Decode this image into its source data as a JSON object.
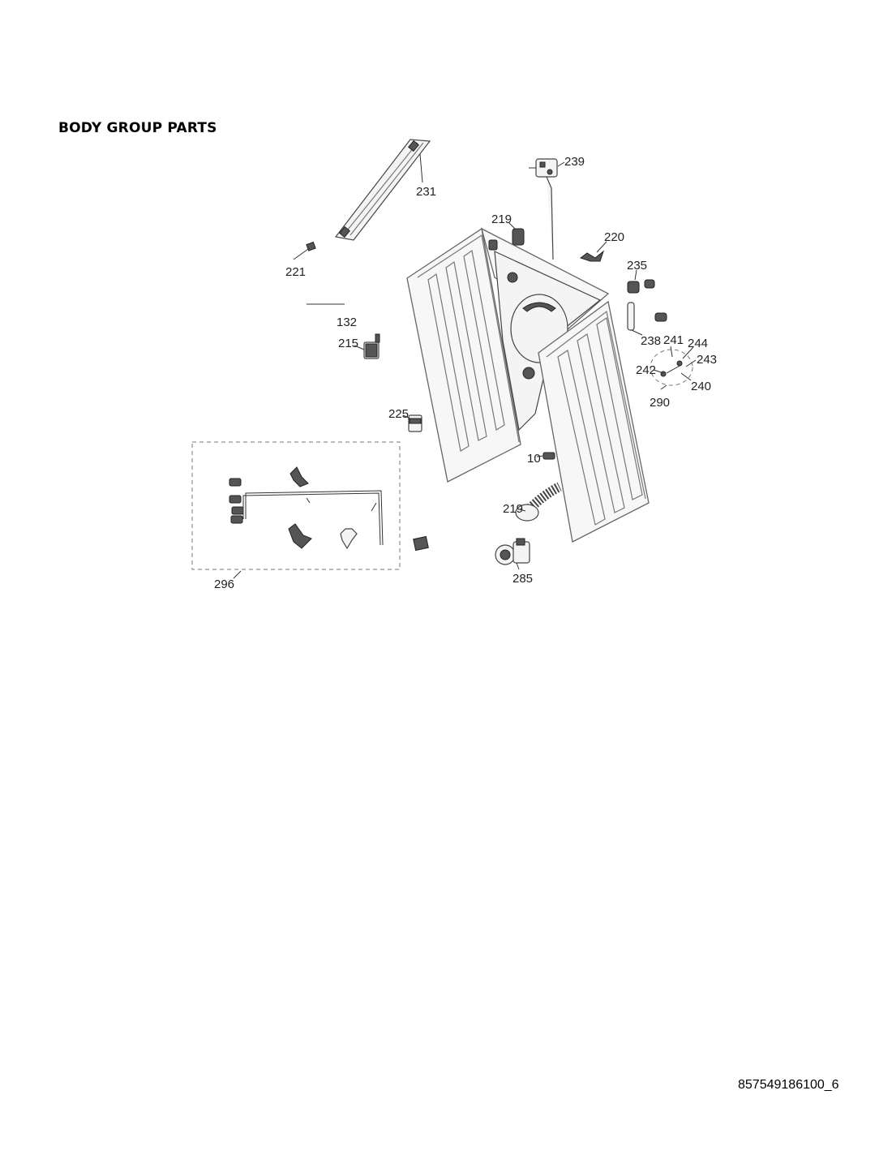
{
  "title": "BODY GROUP PARTS",
  "footer_code": "857549186100_6",
  "part_labels": {
    "p231": "231",
    "p239": "239",
    "p219a": "219",
    "p220": "220",
    "p221": "221",
    "p235": "235",
    "p132": "132",
    "p215": "215",
    "p238": "238",
    "p241": "241",
    "p244": "244",
    "p243": "243",
    "p242": "242",
    "p240": "240",
    "p290": "290",
    "p225": "225",
    "p10": "10",
    "p219b": "219",
    "p285": "285",
    "p296": "296"
  }
}
